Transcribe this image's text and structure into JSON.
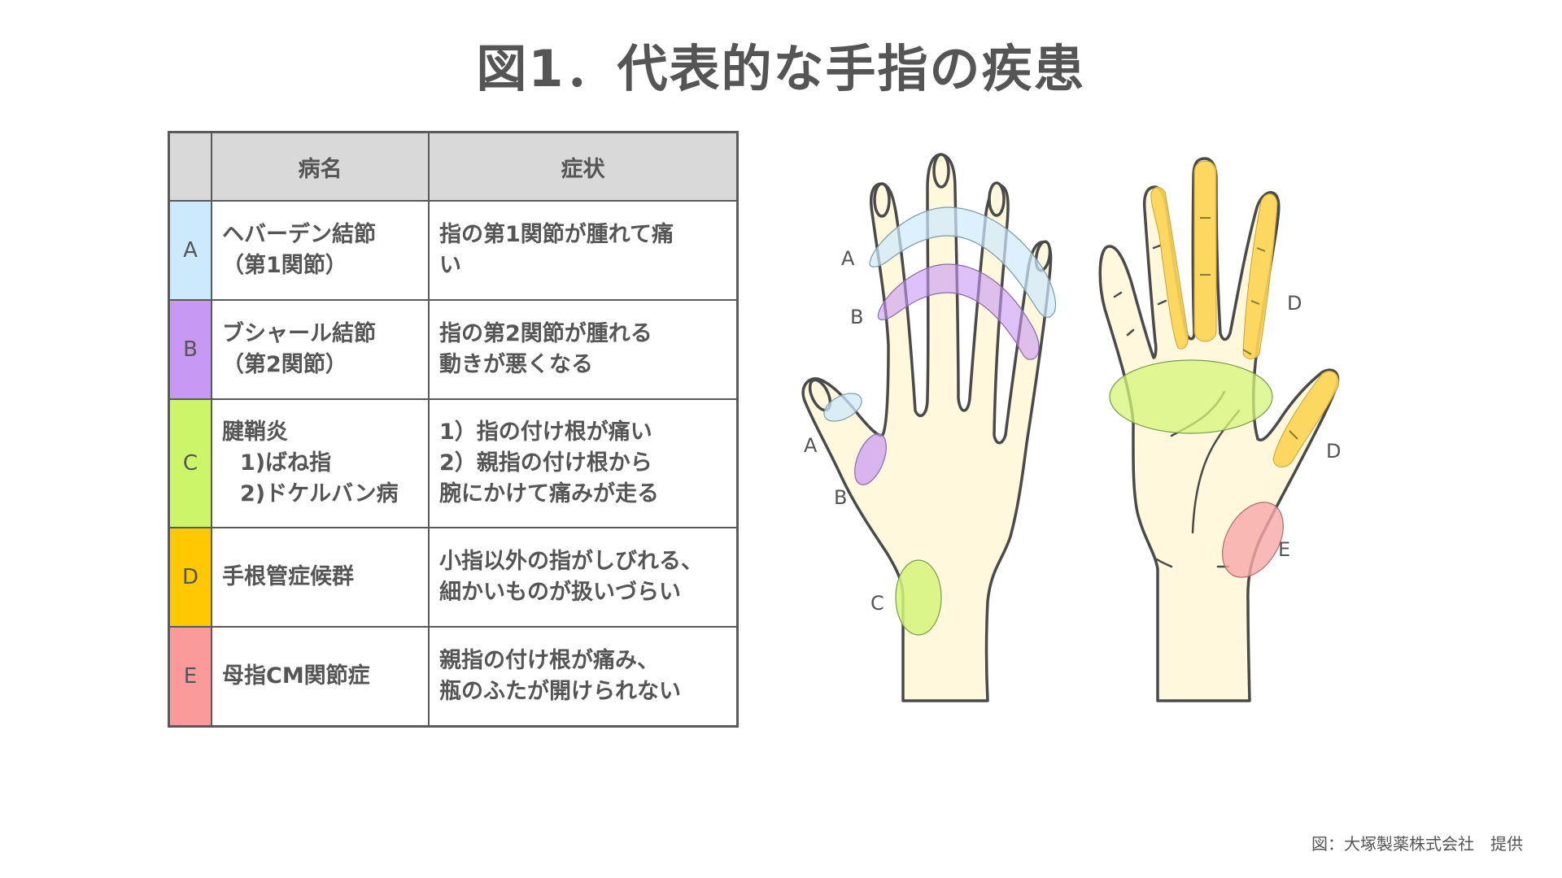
{
  "title": "図1．代表的な手指の疾患",
  "table": {
    "headers": {
      "letter": "",
      "name": "病名",
      "symptoms": "症状"
    },
    "rows": [
      {
        "letter": "A",
        "color": "#cdeafc",
        "name_lines": [
          "ヘバーデン結節",
          "（第1関節）"
        ],
        "symptom_lines": [
          "指の第1関節が腫れて痛",
          "い"
        ]
      },
      {
        "letter": "B",
        "color": "#c898f5",
        "name_lines": [
          "ブシャール結節",
          "（第2関節）"
        ],
        "symptom_lines": [
          "指の第2関節が腫れる",
          "動きが悪くなる"
        ]
      },
      {
        "letter": "C",
        "color": "#ccf56a",
        "name_lines": [
          "腱鞘炎",
          "1)ばね指",
          "2)ドケルバン病"
        ],
        "symptom_lines": [
          "1）指の付け根が痛い",
          "2）親指の付け根から",
          "腕にかけて痛みが走る"
        ]
      },
      {
        "letter": "D",
        "color": "#ffc800",
        "name_lines": [
          "手根管症候群"
        ],
        "symptom_lines": [
          "小指以外の指がしびれる、",
          "細かいものが扱いづらい"
        ]
      },
      {
        "letter": "E",
        "color": "#fb9a9a",
        "name_lines": [
          "母指CM関節症"
        ],
        "symptom_lines": [
          "親指の付け根が痛み、",
          "瓶のふたが開けられない"
        ]
      }
    ]
  },
  "illustration": {
    "back_hand_labels": {
      "a_fingers": "A",
      "b_fingers": "B",
      "a_thumb": "A",
      "b_thumb": "B",
      "c_wrist": "C"
    },
    "palm_labels": {
      "d_fingers": "D",
      "d_thumb": "D",
      "e_thumb_base": "E"
    },
    "colors": {
      "skin": "#fff8dc",
      "outline": "#4a4a4a",
      "a": "#cdeafc",
      "b": "#c898f5",
      "c": "#d6f57a",
      "d": "#fdd452",
      "e": "#f9a7a7"
    }
  },
  "credit": "図：大塚製薬株式会社　提供"
}
